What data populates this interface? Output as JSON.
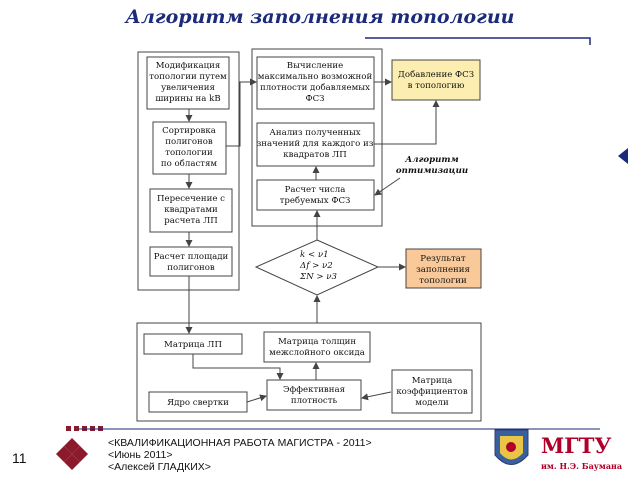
{
  "slide": {
    "title": "Алгоритм заполнения топологии",
    "page_number": "11",
    "footer": {
      "line1": "<КВАЛИФИКАЦИОННАЯ РАБОТА МАГИСТРА - 2011>",
      "line2": "<Июнь 2011>",
      "line3": "<Алексей ГЛАДКИХ>"
    },
    "university": {
      "name": "МГТУ",
      "subtitle": "им. Н.Э. Баумана"
    }
  },
  "diagram": {
    "nodes": {
      "modification": [
        "Модификация",
        "топологии путем",
        "увеличения",
        "ширины на kB"
      ],
      "sorting": [
        "Сортировка",
        "полигонов",
        "топологии",
        "по областям"
      ],
      "intersection": [
        "Пересечение с",
        "квадратами",
        "расчета ЛП"
      ],
      "area_calc": [
        "Расчет площади",
        "полигонов"
      ],
      "max_density": [
        "Вычисление",
        "максимально возможной",
        "плотности добавляемых",
        "ФСЗ"
      ],
      "analysis": [
        "Анализ полученных",
        "значений для каждого из",
        "квадратов ЛП"
      ],
      "count_calc": [
        "Расчет числа",
        "требуемых ФСЗ"
      ],
      "add_fsz": [
        "Добавление ФСЗ",
        "в топологию"
      ],
      "decision": [
        "k < ν1",
        "Δf > ν2",
        "ΣN > ν3"
      ],
      "result": [
        "Результат",
        "заполнения",
        "топологии"
      ],
      "matrix_lp": [
        "Матрица ЛП"
      ],
      "thickness_matrix": [
        "Матрица толщин",
        "межслойного оксида"
      ],
      "conv_kernel": [
        "Ядро свертки"
      ],
      "eff_density": [
        "Эффективная",
        "плотность"
      ],
      "coef_matrix": [
        "Матрица",
        "коэффициентов",
        "модели"
      ]
    },
    "annotation": [
      "Алгоритм",
      "оптимизации"
    ]
  },
  "colors": {
    "title": "#1b2a7a",
    "highlight_yellow": "#fbeeb0",
    "highlight_orange": "#f9c99a",
    "line": "#444444",
    "accent_blue": "#1b2a7a",
    "logo_red": "#b0002a",
    "pattern_red": "#8b1a2b"
  }
}
